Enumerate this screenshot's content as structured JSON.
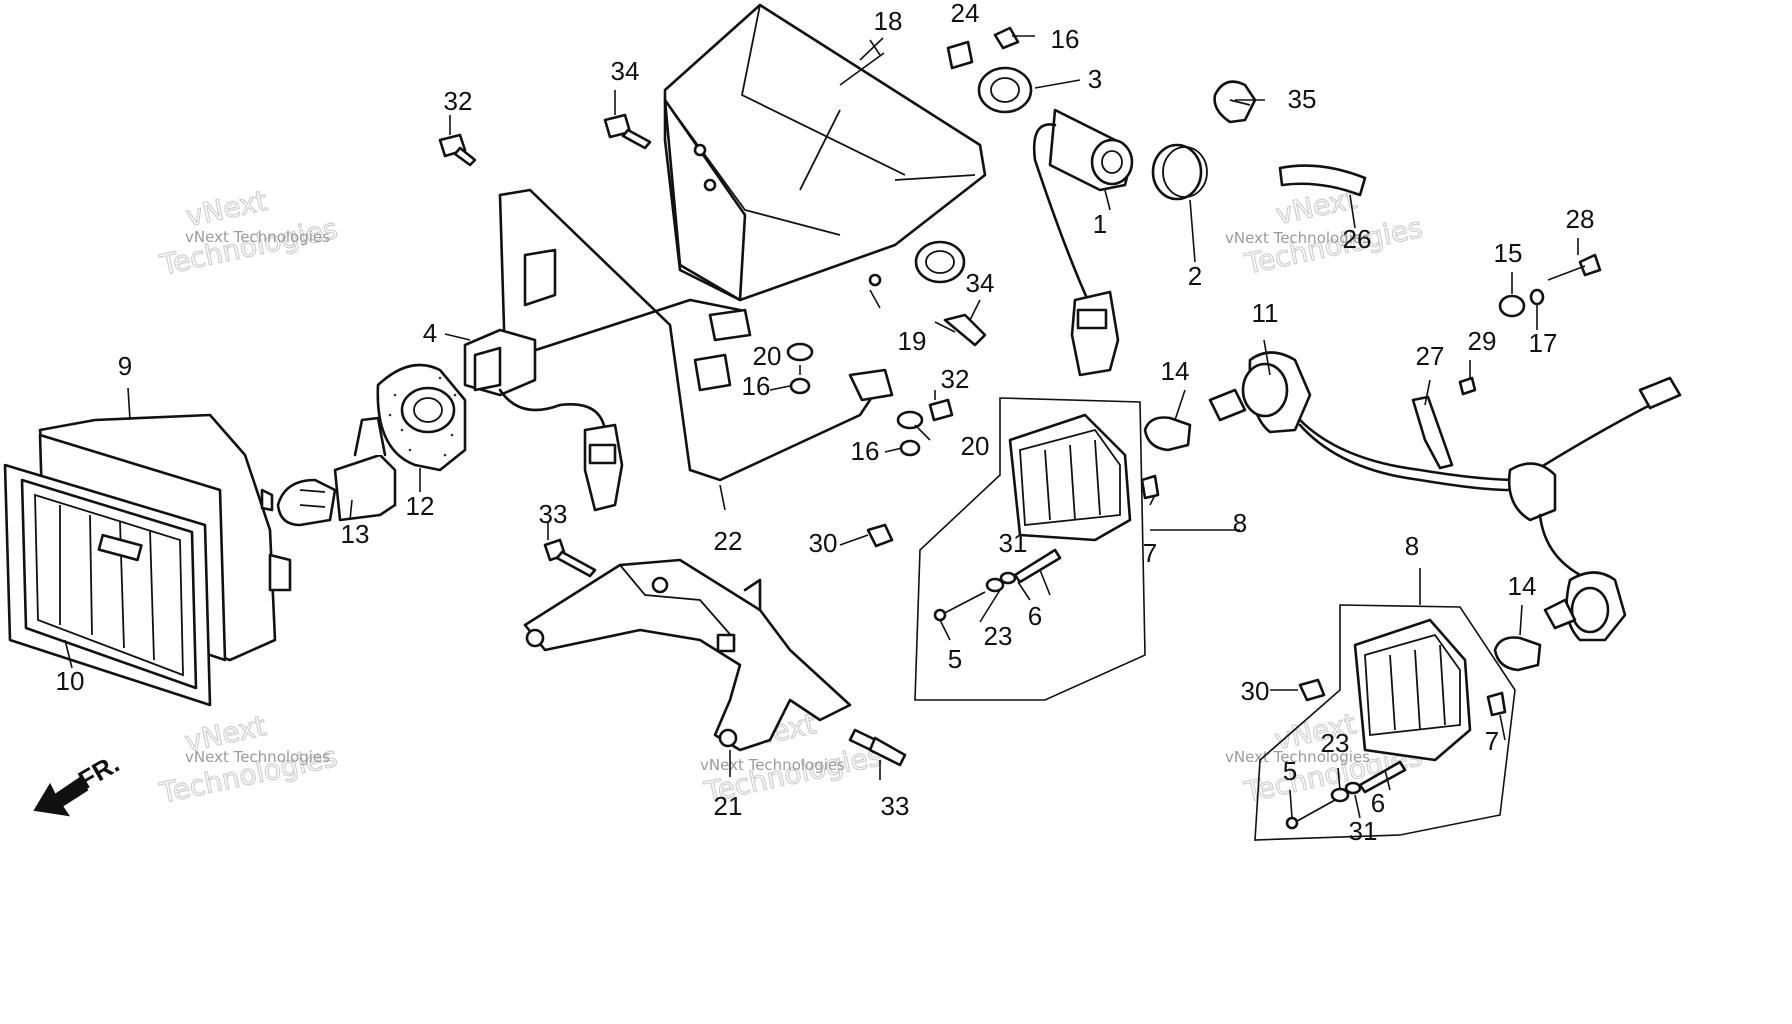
{
  "callouts": [
    {
      "id": "c1",
      "text": "1"
    },
    {
      "id": "c2",
      "text": "2"
    },
    {
      "id": "c3",
      "text": "3"
    },
    {
      "id": "c4",
      "text": "4"
    },
    {
      "id": "c5a",
      "text": "5"
    },
    {
      "id": "c5b",
      "text": "5"
    },
    {
      "id": "c6a",
      "text": "6"
    },
    {
      "id": "c6b",
      "text": "6"
    },
    {
      "id": "c7a",
      "text": "7"
    },
    {
      "id": "c7b",
      "text": "7"
    },
    {
      "id": "c8a",
      "text": "8"
    },
    {
      "id": "c8b",
      "text": "8"
    },
    {
      "id": "c9",
      "text": "9"
    },
    {
      "id": "c10",
      "text": "10"
    },
    {
      "id": "c11",
      "text": "11"
    },
    {
      "id": "c12",
      "text": "12"
    },
    {
      "id": "c13",
      "text": "13"
    },
    {
      "id": "c14a",
      "text": "14"
    },
    {
      "id": "c14b",
      "text": "14"
    },
    {
      "id": "c15",
      "text": "15"
    },
    {
      "id": "c16a",
      "text": "16"
    },
    {
      "id": "c16b",
      "text": "16"
    },
    {
      "id": "c16c",
      "text": "16"
    },
    {
      "id": "c17",
      "text": "17"
    },
    {
      "id": "c18",
      "text": "18"
    },
    {
      "id": "c19",
      "text": "19"
    },
    {
      "id": "c20a",
      "text": "20"
    },
    {
      "id": "c20b",
      "text": "20"
    },
    {
      "id": "c21",
      "text": "21"
    },
    {
      "id": "c22",
      "text": "22"
    },
    {
      "id": "c23a",
      "text": "23"
    },
    {
      "id": "c23b",
      "text": "23"
    },
    {
      "id": "c24",
      "text": "24"
    },
    {
      "id": "c26",
      "text": "26"
    },
    {
      "id": "c27",
      "text": "27"
    },
    {
      "id": "c28",
      "text": "28"
    },
    {
      "id": "c29",
      "text": "29"
    },
    {
      "id": "c30a",
      "text": "30"
    },
    {
      "id": "c30b",
      "text": "30"
    },
    {
      "id": "c31a",
      "text": "31"
    },
    {
      "id": "c31b",
      "text": "31"
    },
    {
      "id": "c32a",
      "text": "32"
    },
    {
      "id": "c32b",
      "text": "32"
    },
    {
      "id": "c33a",
      "text": "33"
    },
    {
      "id": "c33b",
      "text": "33"
    },
    {
      "id": "c34a",
      "text": "34"
    },
    {
      "id": "c34b",
      "text": "34"
    },
    {
      "id": "c35",
      "text": "35"
    }
  ],
  "direction_label": "FR.",
  "watermark": {
    "small": "vNext Technologies",
    "big_line1": "vNext",
    "big_line2": "Technologies"
  }
}
